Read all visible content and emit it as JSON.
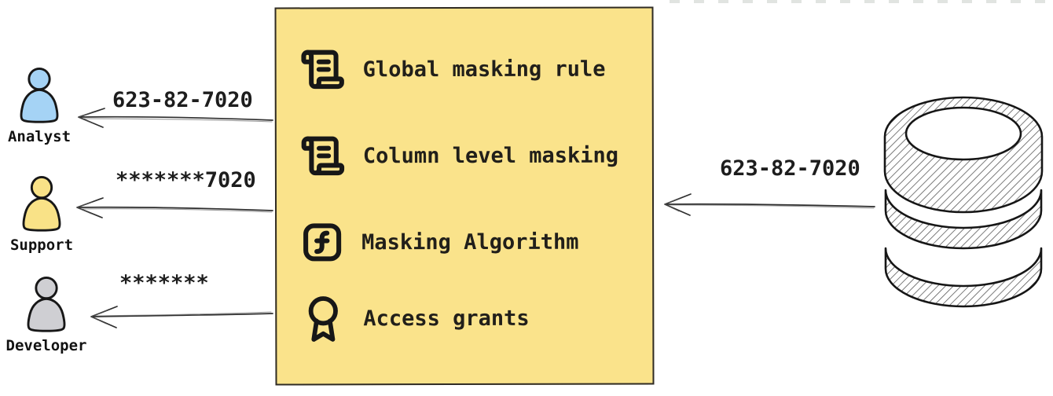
{
  "personas": [
    {
      "name": "Analyst",
      "arrow_label": "623-82-7020",
      "fill": "#A5D3F5"
    },
    {
      "name": "Support",
      "arrow_label": "*******7020",
      "fill": "#F9E287"
    },
    {
      "name": "Developer",
      "arrow_label": "*******",
      "fill": "#CFCFD3"
    }
  ],
  "masking_box": {
    "fill": "#FAE38B",
    "border_color": "#2F2B24",
    "items": [
      {
        "icon": "scroll-text-icon",
        "label": "Global masking rule"
      },
      {
        "icon": "scroll-text-icon",
        "label": "Column level masking"
      },
      {
        "icon": "function-square-icon",
        "label": "Masking Algorithm"
      },
      {
        "icon": "award-icon",
        "label": "Access grants"
      }
    ]
  },
  "database": {
    "icon": "database-icon",
    "arrow_label": "623-82-7020"
  },
  "style": {
    "stroke_color": "#171717",
    "arrow_color": "#2E2E2E",
    "text_color": "#1D1D1D",
    "background": "#FFFFFF"
  }
}
